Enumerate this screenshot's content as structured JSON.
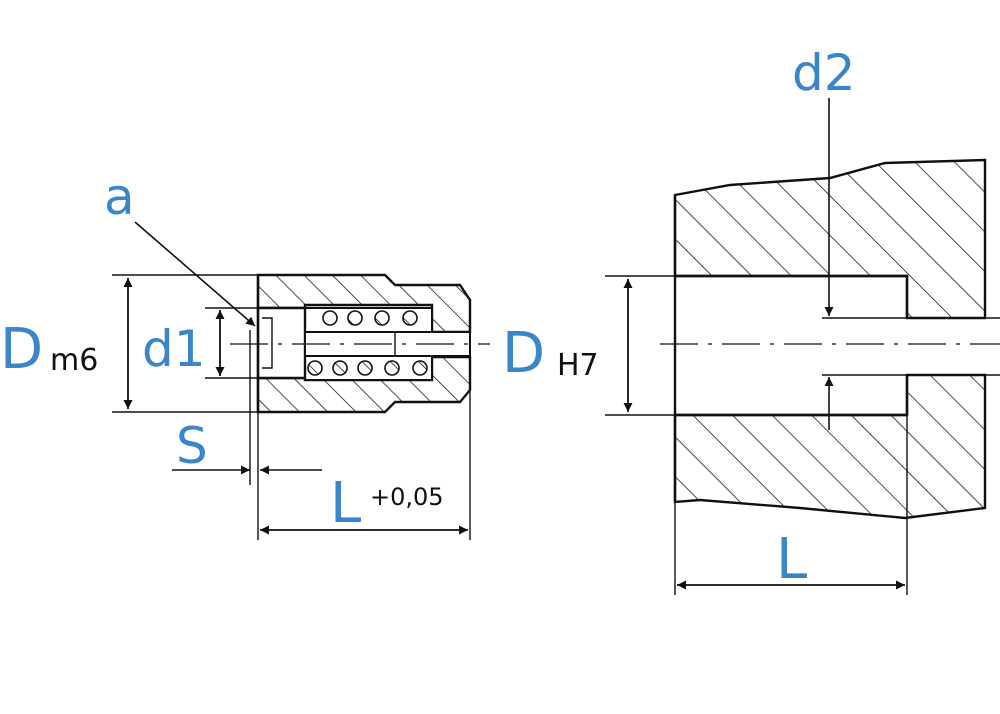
{
  "colors": {
    "label_blue": "#3a86c8",
    "line": "#111111",
    "background": "#ffffff"
  },
  "labels": {
    "a": "a",
    "d1": "d1",
    "D_left": "D",
    "tol_m6": "m6",
    "S": "S",
    "L_left": "L",
    "tol_L": "+0,05",
    "d2": "d2",
    "D_right": "D",
    "tol_H7": "H7",
    "L_right": "L"
  }
}
